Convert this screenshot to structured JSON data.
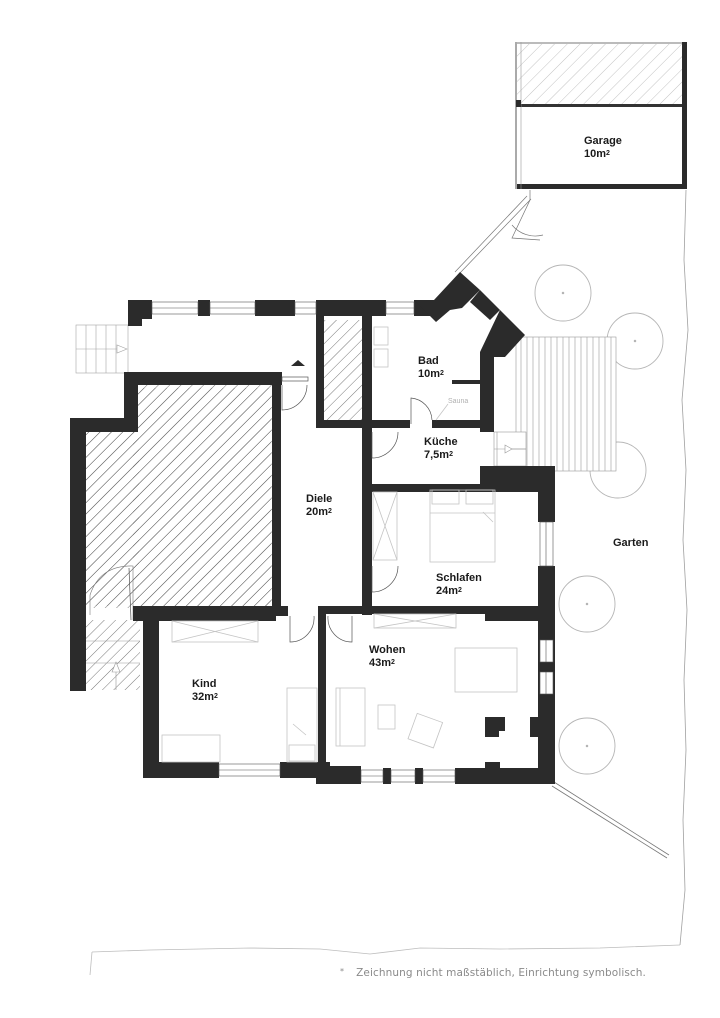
{
  "plan": {
    "type": "floor-plan",
    "colors": {
      "wall": "#2b2b2b",
      "hatch": "#4a4a4a",
      "furniture": "#c4c4c4",
      "outline": "#9a9a9a",
      "label": "#1a1a1a",
      "footnote": "#8a8a8a"
    },
    "rooms": [
      {
        "id": "garage",
        "name": "Garage",
        "area": "10m",
        "unit_sup": "2"
      },
      {
        "id": "bad",
        "name": "Bad",
        "area": "10m",
        "unit_sup": "2"
      },
      {
        "id": "kueche",
        "name": "Küche",
        "area": "7,5m",
        "unit_sup": "2"
      },
      {
        "id": "diele",
        "name": "Diele",
        "area": "20m",
        "unit_sup": "2"
      },
      {
        "id": "schlafen",
        "name": "Schlafen",
        "area": "24m",
        "unit_sup": "2"
      },
      {
        "id": "kind",
        "name": "Kind",
        "area": "32m",
        "unit_sup": "2"
      },
      {
        "id": "wohen",
        "name": "Wohen",
        "area": "43m",
        "unit_sup": "2"
      },
      {
        "id": "garten",
        "name": "Garten"
      }
    ],
    "sauna_label": "Sauna",
    "footnote": {
      "marker": "*",
      "text": "Zeichnung nicht maßstäblich, Einrichtung symbolisch."
    }
  }
}
